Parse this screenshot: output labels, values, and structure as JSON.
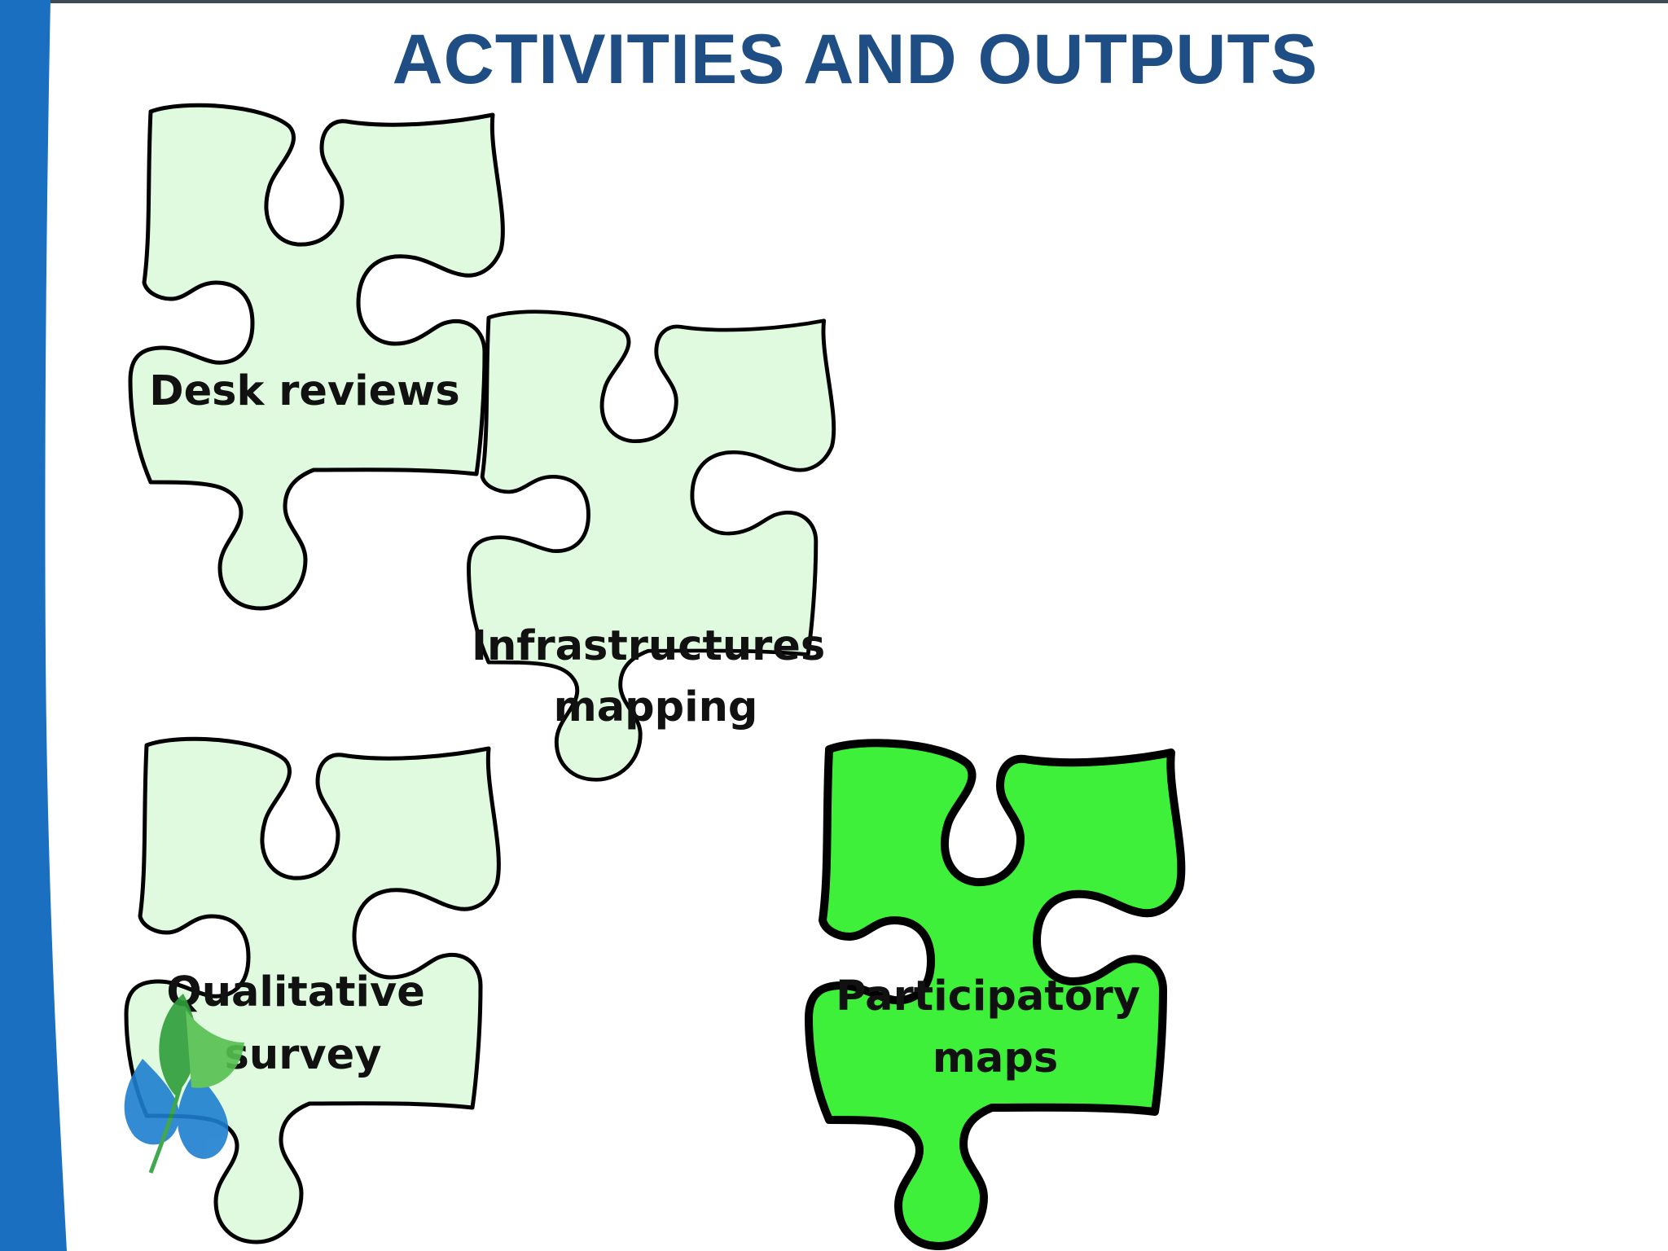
{
  "title": "ACTIVITIES AND OUTPUTS",
  "colors": {
    "title": "#1f4e85",
    "left_band": "#1a6fc0",
    "piece_fill": "#e0fae0",
    "piece_fill_highlight": "#3ff03a",
    "piece_outline": "#000000",
    "logo_blue": "#1e7fd0",
    "logo_green": "#2e9e3a"
  },
  "pieces": {
    "desk_reviews": {
      "lines": [
        "Desk reviews"
      ],
      "highlighted": false
    },
    "infrastructures_mapping": {
      "lines": [
        "Infrastructures",
        "mapping"
      ],
      "highlighted": false
    },
    "qualitative_survey": {
      "lines": [
        "Qualitative",
        "survey"
      ],
      "highlighted": false
    },
    "participatory_maps": {
      "lines": [
        "Participatory",
        "maps"
      ],
      "highlighted": true
    }
  },
  "logo": {
    "icon": "water-drop-leaf-icon"
  }
}
